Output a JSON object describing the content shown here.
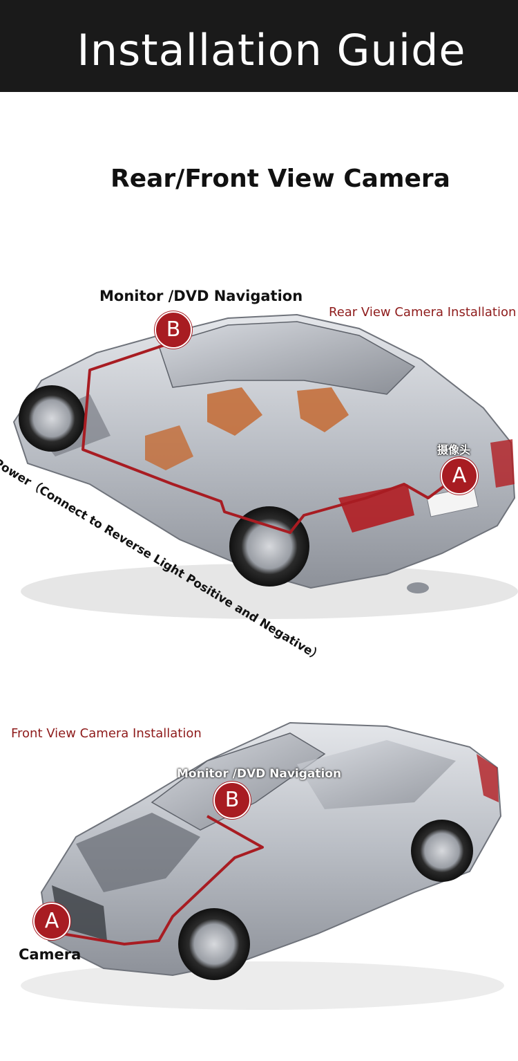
{
  "header": {
    "title": "Installation Guide"
  },
  "section": {
    "title": "Rear/Front View Camera"
  },
  "rear": {
    "monitor_label": "Monitor /DVD Navigation",
    "installation_label": "Rear View Camera Installation",
    "marker_b": "B",
    "marker_a": "A",
    "camera_label_cn": "摄像头",
    "power_label": "Power（Connect to Reverse Light Positive and Negative）"
  },
  "front": {
    "installation_label": "Front View  Camera Installation",
    "monitor_label": "Monitor /DVD Navigation",
    "marker_b": "B",
    "marker_a": "A",
    "camera_label": "Camera"
  },
  "colors": {
    "header_bg": "#1a1a1a",
    "accent_red": "#a81c22",
    "label_red": "#8e1b1b",
    "car_silver": "#c9ccd2"
  }
}
